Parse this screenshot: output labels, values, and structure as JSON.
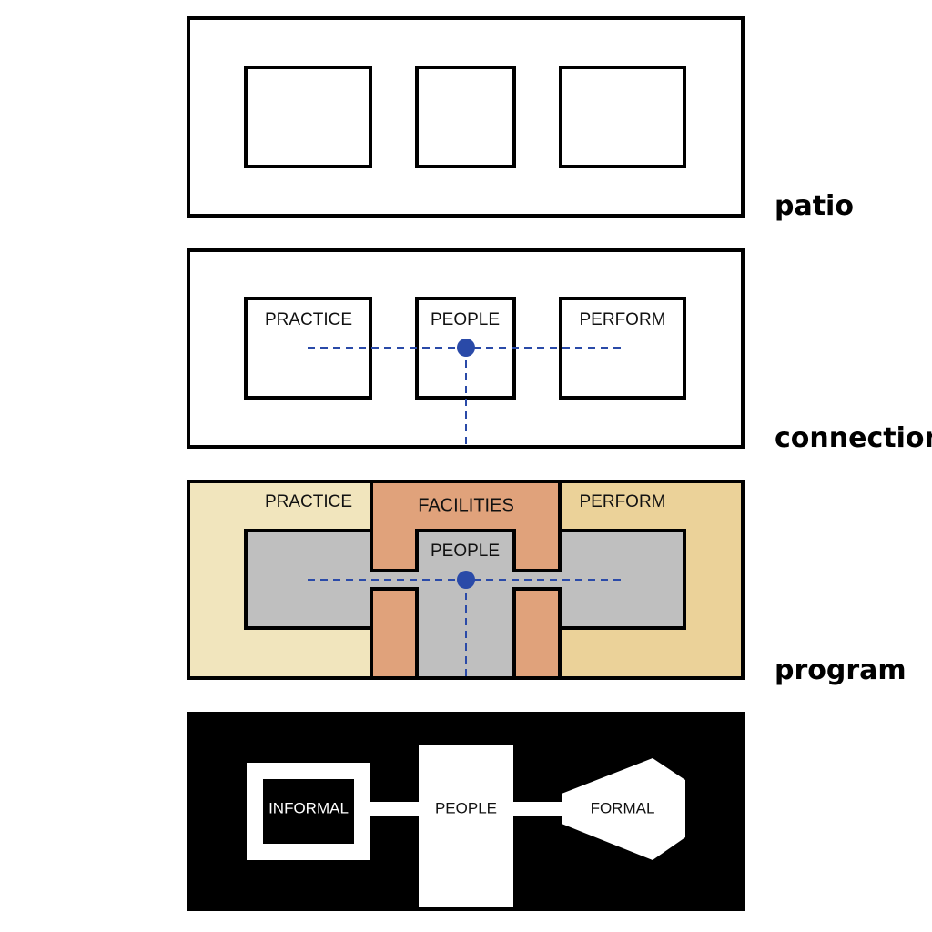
{
  "panels": {
    "patio": {
      "caption": "patio"
    },
    "connection": {
      "caption": "connection",
      "rooms": [
        "PRACTICE",
        "PEOPLE",
        "PERFORM"
      ]
    },
    "program": {
      "caption": "program",
      "labels": {
        "left": "PRACTICE",
        "center_top": "FACILITIES",
        "center": "PEOPLE",
        "right": "PERFORM"
      }
    },
    "scheme": {
      "labels": {
        "left": "INFORMAL",
        "center": "PEOPLE",
        "right": "FORMAL"
      }
    }
  },
  "colors": {
    "outline": "#000000",
    "connector": "#2a4aa8",
    "practice_zone": "#f1e5bd",
    "perform_zone": "#ebd299",
    "facilities": "#e0a27b",
    "people_zone": "#bfbfbf",
    "scheme_background": "#000000"
  }
}
